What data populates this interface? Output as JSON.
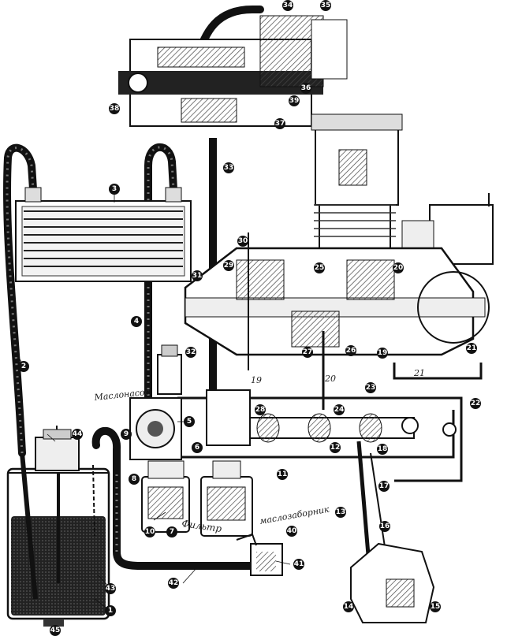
{
  "callouts": [
    {
      "id": "1",
      "text": "1"
    },
    {
      "id": "2",
      "text": "2"
    },
    {
      "id": "3",
      "text": "3"
    },
    {
      "id": "4",
      "text": "4"
    },
    {
      "id": "5",
      "text": "5"
    },
    {
      "id": "6",
      "text": "6"
    },
    {
      "id": "7",
      "text": "7"
    },
    {
      "id": "8",
      "text": "8"
    },
    {
      "id": "9",
      "text": "9"
    },
    {
      "id": "10",
      "text": "10"
    },
    {
      "id": "11",
      "text": "11"
    },
    {
      "id": "12",
      "text": "12"
    },
    {
      "id": "13",
      "text": "13"
    },
    {
      "id": "14",
      "text": "14"
    },
    {
      "id": "15",
      "text": "15"
    },
    {
      "id": "16",
      "text": "16"
    },
    {
      "id": "17",
      "text": "17"
    },
    {
      "id": "18",
      "text": "18"
    },
    {
      "id": "19",
      "text": "19"
    },
    {
      "id": "20",
      "text": "20"
    },
    {
      "id": "21",
      "text": "21"
    },
    {
      "id": "22",
      "text": "22"
    },
    {
      "id": "23",
      "text": "23"
    },
    {
      "id": "24",
      "text": "24"
    },
    {
      "id": "25",
      "text": "25"
    },
    {
      "id": "26",
      "text": "26"
    },
    {
      "id": "27",
      "text": "27"
    },
    {
      "id": "28",
      "text": "28"
    },
    {
      "id": "29",
      "text": "29"
    },
    {
      "id": "30",
      "text": "30"
    },
    {
      "id": "31",
      "text": "31"
    },
    {
      "id": "32",
      "text": "32"
    },
    {
      "id": "33",
      "text": "33"
    },
    {
      "id": "34",
      "text": "34"
    },
    {
      "id": "35",
      "text": "35"
    },
    {
      "id": "36",
      "text": "36"
    },
    {
      "id": "37",
      "text": "37"
    },
    {
      "id": "38",
      "text": "38"
    },
    {
      "id": "39",
      "text": "39"
    },
    {
      "id": "40",
      "text": "40"
    },
    {
      "id": "41",
      "text": "41"
    },
    {
      "id": "42",
      "text": "42"
    },
    {
      "id": "43",
      "text": "43"
    },
    {
      "id": "44",
      "text": "44"
    },
    {
      "id": "45",
      "text": "45"
    }
  ],
  "handwritten": {
    "maslonasos": "Маслонасос",
    "filtr": "Фильтр",
    "masloz": "маслозаборник",
    "n19": "19",
    "n20": "20",
    "n21": "21"
  },
  "colors": {
    "ink": "#111111",
    "hatch": "#555555",
    "oil": "#1a1a1a",
    "paper": "#ffffff"
  }
}
